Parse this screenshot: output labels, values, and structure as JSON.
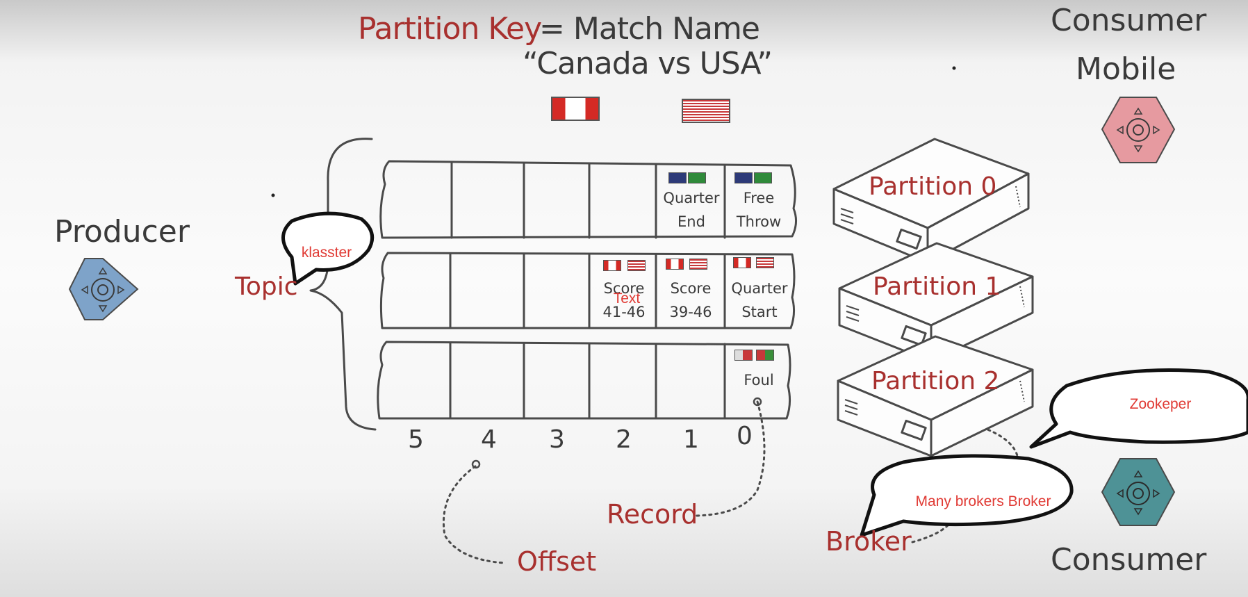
{
  "title": {
    "key_label": "Partition Key",
    "eq_label": "= Match Name",
    "match": "“Canada vs USA”"
  },
  "labels": {
    "producer": "Producer",
    "topic": "Topic",
    "record": "Record",
    "offset": "Offset",
    "broker": "Broker",
    "consumer_top_1": "Consumer",
    "consumer_top_2": "Mobile",
    "consumer_bottom": "Consumer"
  },
  "partitions": [
    "Partition 0",
    "Partition 1",
    "Partition 2"
  ],
  "offsets": [
    "5",
    "4",
    "3",
    "2",
    "1",
    "0"
  ],
  "records": {
    "row0": {
      "c4_l1": "Quarter",
      "c4_l2": "End",
      "c5_l1": "Free",
      "c5_l2": "Throw"
    },
    "row1": {
      "c3_l1": "Score",
      "c3_l2": "41-46",
      "c4_l1": "Score",
      "c4_l2": "39-46",
      "c5_l1": "Quarter",
      "c5_l2": "Start"
    },
    "row2": {
      "c5_l1": "Foul"
    }
  },
  "annotations": {
    "cluster_bubble": "klasster",
    "overlay_text": "Text",
    "zookeeper_bubble": "Zookeper",
    "broker_bubble": "Many brokers Broker"
  },
  "colors": {
    "ink": "#3a3a3a",
    "red_label": "#a8302e",
    "annotation_red": "#e03a34",
    "producer_hex": "#7ea3c9",
    "consumer_mobile_hex": "#e69aa0",
    "consumer_bottom_hex": "#4e9296"
  },
  "icons": [
    "canada-flag-icon",
    "usa-flag-icon",
    "service-hexagon-icon",
    "server-box-icon"
  ]
}
